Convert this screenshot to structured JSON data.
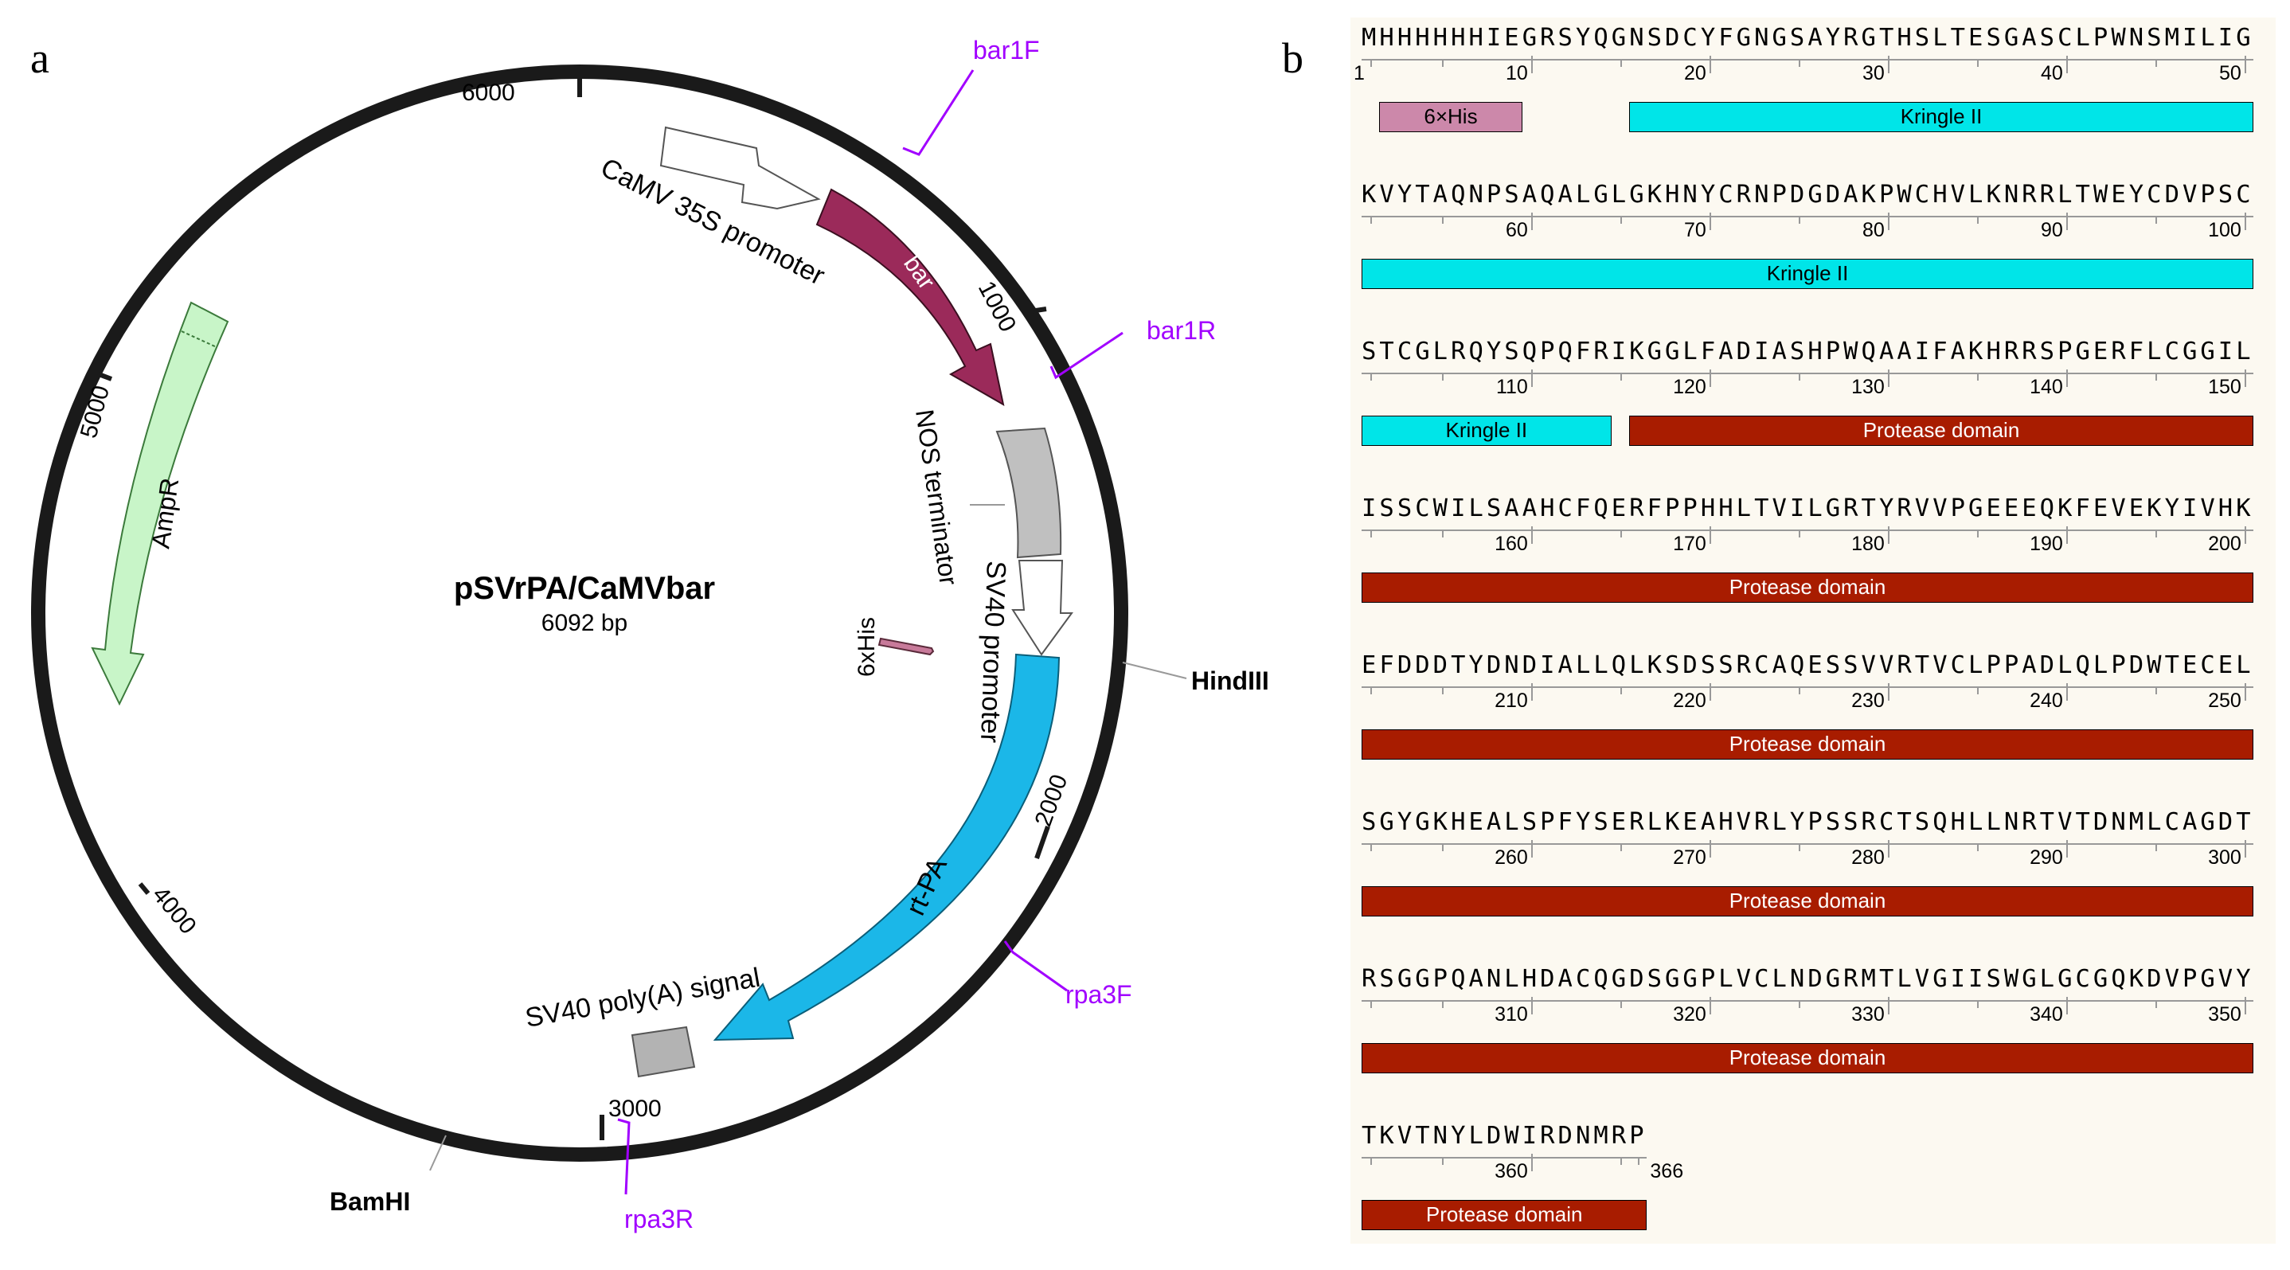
{
  "panel_labels": {
    "a": "a",
    "b": "b"
  },
  "plasmid": {
    "name": "pSVrPA/CaMVbar",
    "size": "6092 bp",
    "length": 6092,
    "backbone_color": "#1a1a1a",
    "tick_labels": [
      "1000",
      "2000",
      "3000",
      "4000",
      "5000",
      "6000"
    ],
    "features": [
      {
        "label": "CaMV 35S promoter",
        "color": "#ffffff"
      },
      {
        "label": "bar",
        "color": "#9b2a5a"
      },
      {
        "label": "NOS terminator",
        "color": "#c0c0c0"
      },
      {
        "label": "SV40 promoter",
        "color": "#ffffff"
      },
      {
        "label": "rt-PA",
        "color": "#1bb7e8"
      },
      {
        "label": "SV40 poly(A) signal",
        "color": "#b3b3b3"
      },
      {
        "label": "AmpR",
        "color": "#c8f5c8"
      },
      {
        "label": "6xHis",
        "color": "#c87a9a"
      }
    ],
    "primers": [
      "bar1F",
      "bar1R",
      "rpa3F",
      "rpa3R"
    ],
    "primer_color": "#a100ff",
    "sites": [
      "HindIII",
      "BamHI"
    ]
  },
  "sequence": {
    "background": "#fcf9f1",
    "end_number": "366",
    "start_number": "1",
    "rows": [
      {
        "seq": "MHHHHHHIEGRSYQGNSDCYFGNGSAYRGTHSLTESGASCLPWNSMILIG",
        "start": 1,
        "features": [
          {
            "label": "6×His",
            "type": "his",
            "from": 2,
            "to": 9
          },
          {
            "label": "Kringle II",
            "type": "kringle",
            "from": 16,
            "to": 50
          }
        ]
      },
      {
        "seq": "KVYTAQNPSAQALGLGKHNYCRNPDGDAKPWCHVLKNRRLTWEYCDVPSC",
        "start": 51,
        "features": [
          {
            "label": "Kringle II",
            "type": "kringle",
            "from": 51,
            "to": 100
          }
        ]
      },
      {
        "seq": "STCGLRQYSQPQFRIKGGLFADIASHPWQAAIFAKHRRSPGERFLCGGIL",
        "start": 101,
        "features": [
          {
            "label": "Kringle II",
            "type": "kringle",
            "from": 101,
            "to": 114
          },
          {
            "label": "Protease domain",
            "type": "protease",
            "from": 116,
            "to": 150
          }
        ]
      },
      {
        "seq": "ISSCWILSAAHCFQERFPPHHLTVILGRTYRVVPGEEEQKFEVEKYIVHK",
        "start": 151,
        "features": [
          {
            "label": "Protease domain",
            "type": "protease",
            "from": 151,
            "to": 200
          }
        ]
      },
      {
        "seq": "EFDDDTYDNDIALLQLKSDSSRCAQESSVVRTVCLPPADLQLPDWTECEL",
        "start": 201,
        "features": [
          {
            "label": "Protease domain",
            "type": "protease",
            "from": 201,
            "to": 250
          }
        ]
      },
      {
        "seq": "SGYGKHEALSPFYSERLKEAHVRLYPSSRCTSQHLLNRTVTDNMLCAGDT",
        "start": 251,
        "features": [
          {
            "label": "Protease domain",
            "type": "protease",
            "from": 251,
            "to": 300
          }
        ]
      },
      {
        "seq": "RSGGPQANLHDACQGDSGGPLVCLNDGRMTLVGIISWGLGCGQKDVPGVY",
        "start": 301,
        "features": [
          {
            "label": "Protease domain",
            "type": "protease",
            "from": 301,
            "to": 350
          }
        ]
      },
      {
        "seq": "TKVTNYLDWIRDNMRP",
        "start": 351,
        "features": [
          {
            "label": "Protease domain",
            "type": "protease",
            "from": 351,
            "to": 366
          }
        ]
      }
    ]
  }
}
